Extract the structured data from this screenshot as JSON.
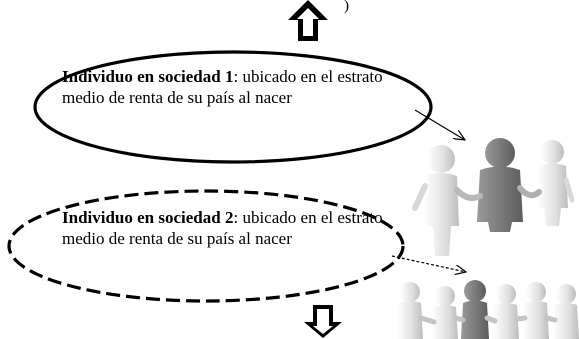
{
  "society_1": {
    "bold": "Individuo en sociedad 1",
    "text": ": ubicado en el estrato medio de renta de su país al nacer"
  },
  "society_2": {
    "bold": "Individuo en sociedad 2",
    "text": ": ubicado en el estrato medio de renta de su país al nacer"
  },
  "arrows": {
    "top": "arrow-up",
    "bottom": "arrow-down"
  },
  "colors": {
    "stroke": "#000000",
    "figure_dark": "#7a7a7a",
    "figure_light": "#e2e2e2"
  }
}
